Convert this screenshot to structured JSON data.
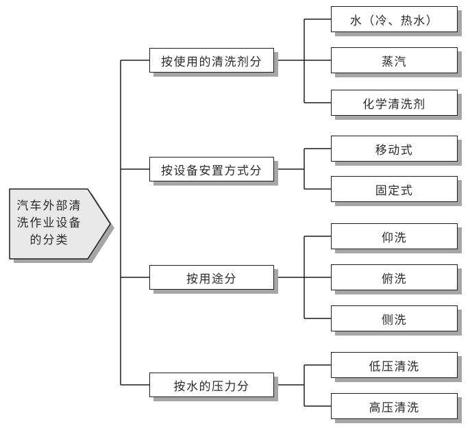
{
  "diagram": {
    "title": "汽车外部清洗作业设备的分类",
    "root": {
      "label": "汽车外部清洗作业设备的分类",
      "lines": [
        "汽车外部清",
        "洗作业设备",
        "的分类"
      ]
    },
    "groups": [
      {
        "label": "按使用的清洗剂分",
        "children": [
          "水（冷、热水）",
          "蒸汽",
          "化学清洗剂"
        ]
      },
      {
        "label": "按设备安置方式分",
        "children": [
          "移动式",
          "固定式"
        ]
      },
      {
        "label": "按用途分",
        "children": [
          "仰洗",
          "俯洗",
          "侧洗"
        ]
      },
      {
        "label": "按水的压力分",
        "children": [
          "低压清洗",
          "高压清洗"
        ]
      }
    ],
    "colors": {
      "background": "#ffffff",
      "line": "#1c1c1c",
      "box_fill": "#ffffff",
      "box_border": "#1c1c1c",
      "shadow": "#a6a6a6",
      "root_fill": "#e9e9e9",
      "text": "#2a2a2a"
    }
  }
}
